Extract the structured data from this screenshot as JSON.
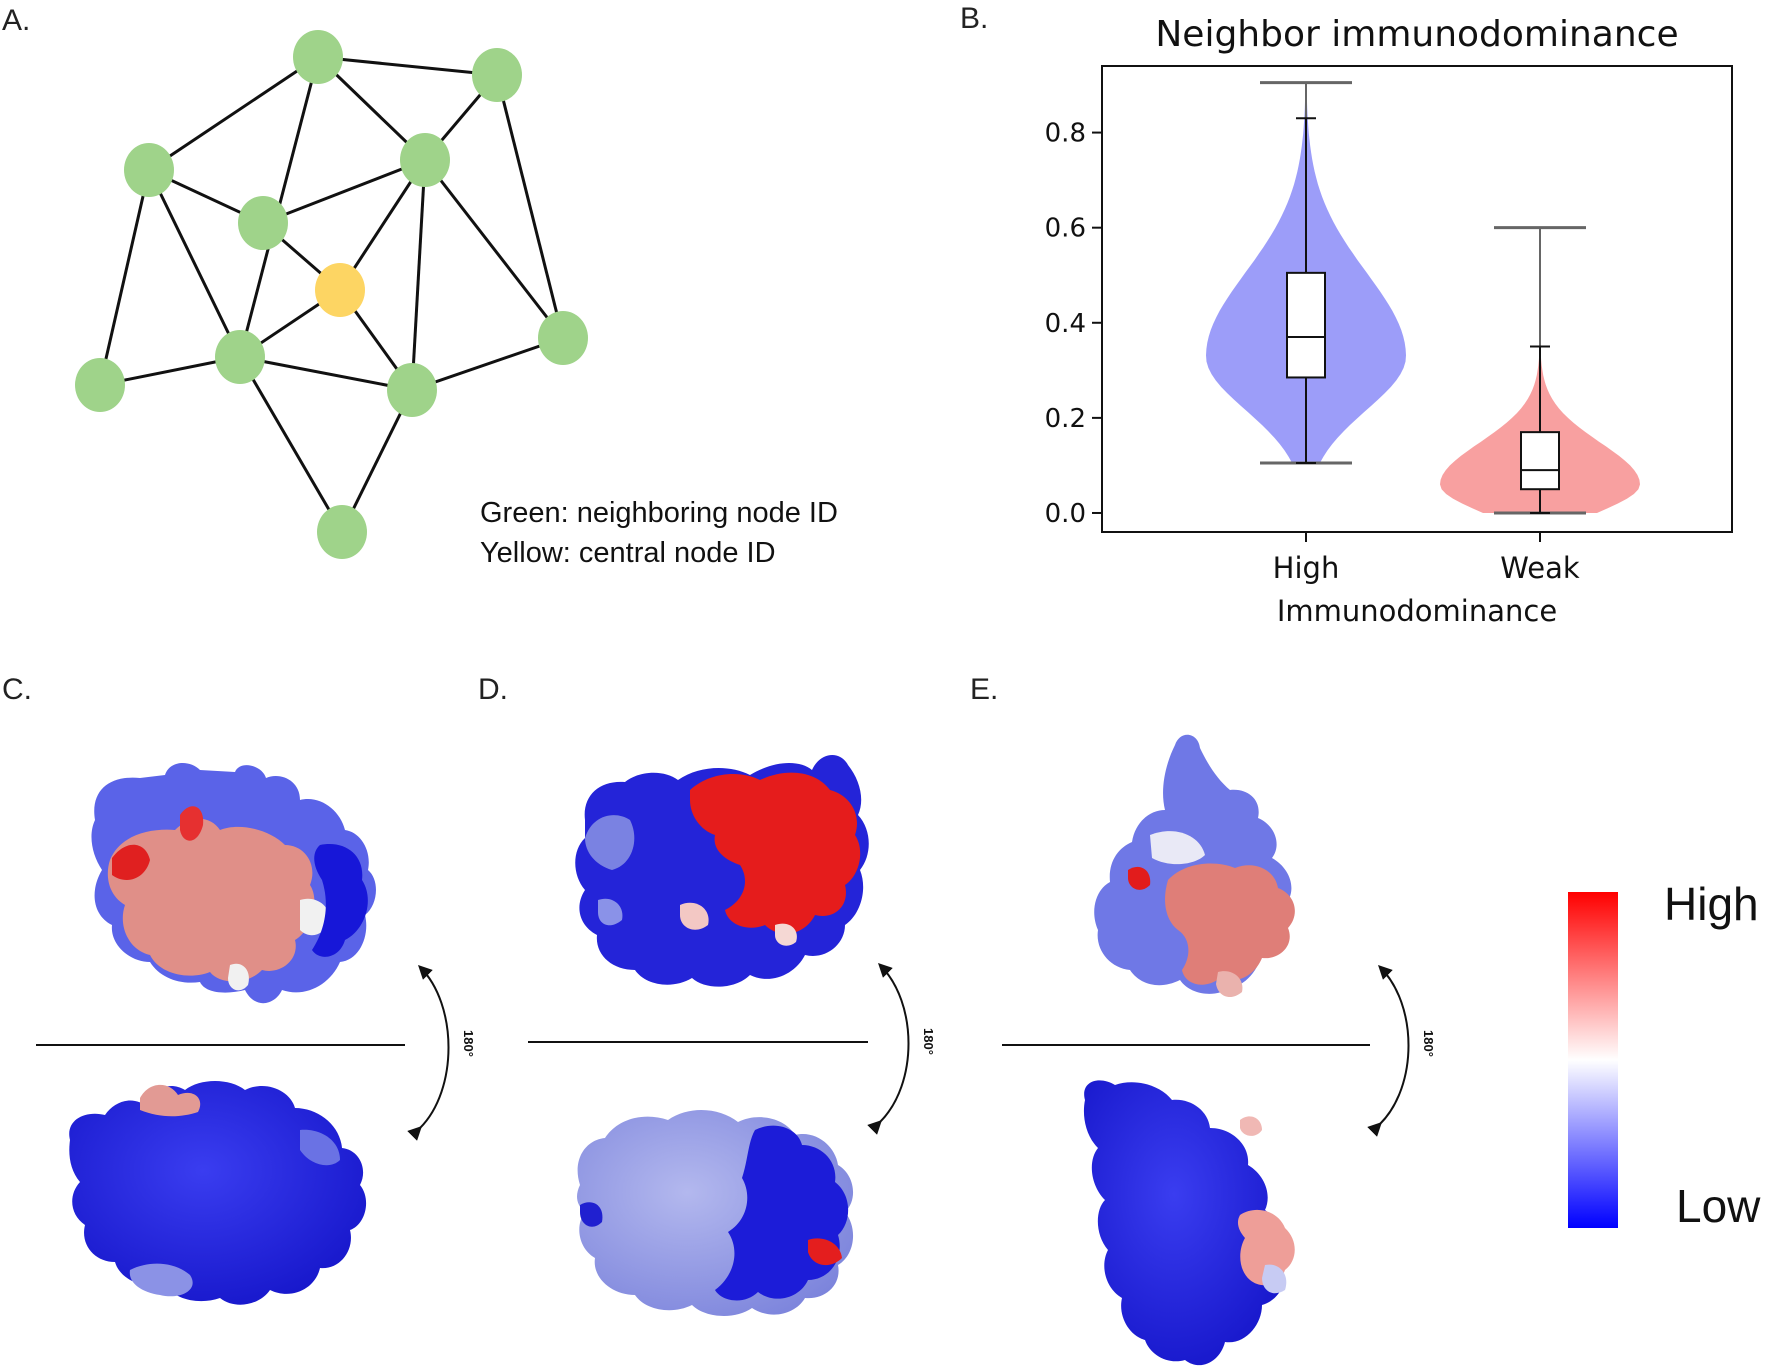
{
  "panels": {
    "a_label": "A.",
    "b_label": "B.",
    "c_label": "C.",
    "d_label": "D.",
    "e_label": "E."
  },
  "network": {
    "legend_green": "Green: neighboring node ID",
    "legend_yellow": "Yellow: central node ID",
    "neighbor_color": "#9fd38a",
    "central_color": "#fdd563"
  },
  "chart_data": {
    "type": "violin",
    "title": "Neighbor immunodominance",
    "xlabel": "Immunodominance",
    "ylabel": "",
    "categories": [
      "High",
      "Weak"
    ],
    "ylim": [
      -0.04,
      0.94
    ],
    "yticks": [
      "0.0",
      "0.2",
      "0.4",
      "0.6",
      "0.8"
    ],
    "series": [
      {
        "category": "High",
        "color": "#8b8cf8",
        "min": 0.105,
        "max": 0.905,
        "q1": 0.285,
        "median": 0.37,
        "q3": 0.505,
        "whisker_low": 0.105,
        "whisker_high": 0.83
      },
      {
        "category": "Weak",
        "color": "#f78f8f",
        "min": 0.0,
        "max": 0.6,
        "q1": 0.05,
        "median": 0.09,
        "q3": 0.17,
        "whisker_low": 0.0,
        "whisker_high": 0.35
      }
    ]
  },
  "structures": {
    "rotation_label": "180°",
    "colorbar_high": "High",
    "colorbar_low": "Low",
    "colorbar_colors": [
      "#ff0000",
      "#ffffff",
      "#0000ff"
    ]
  }
}
